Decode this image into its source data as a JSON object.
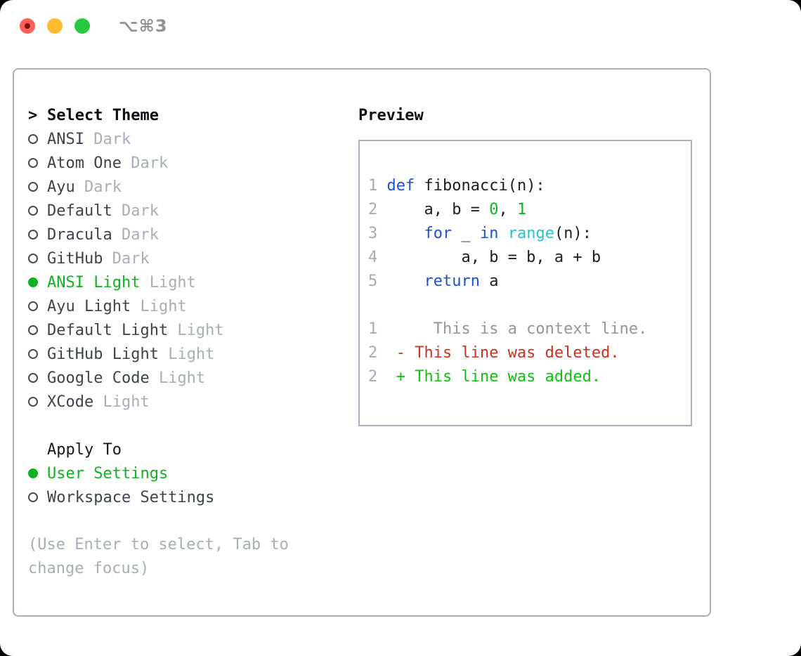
{
  "window": {
    "shortcut": "⌥⌘3",
    "traffic_lights": [
      "close-red",
      "minimize-yellow",
      "zoom-green"
    ]
  },
  "colors": {
    "selection_green": "#10b121",
    "added_green": "#0fc20f",
    "deleted_red": "#c8321e",
    "keyword_blue": "#1d50d8",
    "builtin_cyan": "#22c3cd",
    "muted_gray": "#a6aeb9",
    "border_gray": "#a8b0bb",
    "traffic_red": "#ff5f57",
    "traffic_yellow": "#febc2e",
    "traffic_green": "#28c840"
  },
  "picker": {
    "prompt": ">",
    "title": "Select Theme",
    "themes": [
      {
        "name": "ANSI",
        "variant": "Dark",
        "selected": false
      },
      {
        "name": "Atom One",
        "variant": "Dark",
        "selected": false
      },
      {
        "name": "Ayu",
        "variant": "Dark",
        "selected": false
      },
      {
        "name": "Default",
        "variant": "Dark",
        "selected": false
      },
      {
        "name": "Dracula",
        "variant": "Dark",
        "selected": false
      },
      {
        "name": "GitHub",
        "variant": "Dark",
        "selected": false
      },
      {
        "name": "ANSI Light",
        "variant": "Light",
        "selected": true
      },
      {
        "name": "Ayu Light",
        "variant": "Light",
        "selected": false
      },
      {
        "name": "Default Light",
        "variant": "Light",
        "selected": false
      },
      {
        "name": "GitHub Light",
        "variant": "Light",
        "selected": false
      },
      {
        "name": "Google Code",
        "variant": "Light",
        "selected": false
      },
      {
        "name": "XCode",
        "variant": "Light",
        "selected": false
      }
    ],
    "apply_to": {
      "title": "Apply To",
      "options": [
        {
          "label": "User Settings",
          "selected": true
        },
        {
          "label": "Workspace Settings",
          "selected": false
        }
      ]
    },
    "help": "(Use Enter to select, Tab to change focus)"
  },
  "preview": {
    "title": "Preview",
    "code_lines": [
      {
        "no": "1",
        "segs": [
          [
            " ",
            "pl"
          ],
          [
            "def",
            "kw"
          ],
          [
            " fibonacci(n):",
            "pl"
          ]
        ]
      },
      {
        "no": "2",
        "segs": [
          [
            "     a, b = ",
            "pl"
          ],
          [
            "0",
            "num"
          ],
          [
            ", ",
            "pl"
          ],
          [
            "1",
            "num"
          ]
        ]
      },
      {
        "no": "3",
        "segs": [
          [
            "     ",
            "pl"
          ],
          [
            "for",
            "kw"
          ],
          [
            " _ ",
            "pl"
          ],
          [
            "in",
            "kw"
          ],
          [
            " ",
            "pl"
          ],
          [
            "range",
            "fn"
          ],
          [
            "(n):",
            "pl"
          ]
        ]
      },
      {
        "no": "4",
        "segs": [
          [
            "         a, b = b, a + b",
            "pl"
          ]
        ]
      },
      {
        "no": "5",
        "segs": [
          [
            "     ",
            "pl"
          ],
          [
            "return",
            "kw"
          ],
          [
            " a",
            "pl"
          ]
        ]
      }
    ],
    "diff_lines": [
      {
        "no": "1",
        "segs": [
          [
            "      This is a context line.",
            "ctx"
          ]
        ]
      },
      {
        "no": "2",
        "segs": [
          [
            "  - This line was deleted.",
            "del"
          ]
        ]
      },
      {
        "no": "2",
        "segs": [
          [
            "  + This line was added.",
            "add"
          ]
        ]
      }
    ]
  }
}
